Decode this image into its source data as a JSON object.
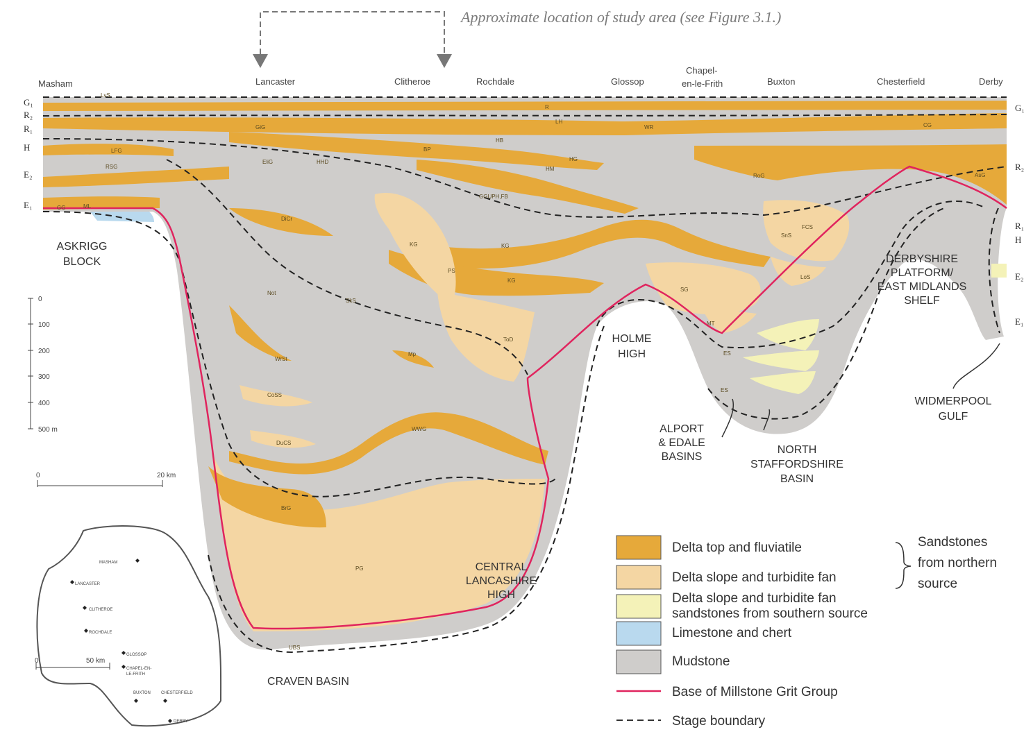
{
  "caption": "Approximate location of study area (see Figure 3.1.)",
  "towns": [
    "Masham",
    "Lancaster",
    "Clitheroe",
    "Rochdale",
    "Glossop",
    "Chapel-",
    "en-le-Frith",
    "Buxton",
    "Chesterfield",
    "Derby"
  ],
  "stages_left": [
    "G₁",
    "R₂",
    "R₁",
    "H",
    "E₂",
    "E₁"
  ],
  "stages_right": [
    "G₁",
    "R₂",
    "R₁",
    "H",
    "E₂",
    "E₁"
  ],
  "regions": {
    "askrigg": [
      "ASKRIGG",
      "BLOCK"
    ],
    "holme": [
      "HOLME",
      "HIGH"
    ],
    "derbyshire": [
      "DERBYSHIRE",
      "PLATFORM/",
      "EAST MIDLANDS",
      "SHELF"
    ],
    "widmerpool": [
      "WIDMERPOOL",
      "GULF"
    ],
    "alport": [
      "ALPORT",
      "& EDALE",
      "BASINS"
    ],
    "staffs": [
      "NORTH",
      "STAFFORDSHIRE",
      "BASIN"
    ],
    "central": [
      "CENTRAL",
      "LANCASHIRE",
      "HIGH"
    ],
    "craven": "CRAVEN  BASIN"
  },
  "units": [
    "LvS",
    "R",
    "LH",
    "WR",
    "GiG",
    "HB",
    "BP",
    "HG",
    "HM",
    "CG",
    "LFG",
    "RSG",
    "EliG",
    "HHD",
    "RoG",
    "AsG",
    "GG",
    "ML",
    "GGUPH,FB",
    "DiCr",
    "KG",
    "KG",
    "KG",
    "SnS",
    "FCS",
    "LoS",
    "PS",
    "SG",
    "MT",
    "Not",
    "SkS",
    "ToD",
    "ES",
    "ES",
    "WrSt",
    "Mp",
    "CoSS",
    "DuCS",
    "WWG",
    "BrG",
    "PG",
    "UBS"
  ],
  "depth_scale": {
    "ticks": [
      "0",
      "100",
      "200",
      "300",
      "400",
      "500 m"
    ]
  },
  "km_scale": {
    "start": "0",
    "end": "20 km"
  },
  "inset_map": {
    "towns": [
      "MASHAM",
      "LANCASTER",
      "CLITHEROE",
      "ROCHDALE",
      "GLOSSOP",
      "CHAPEL-EN-",
      "LE-FRITH",
      "BUXTON",
      "CHESTERFIELD",
      "DERBY"
    ],
    "scale_start": "0",
    "scale_end": "50 km"
  },
  "legend": {
    "items": [
      {
        "label": "Delta top and fluviatile",
        "color": "#e6a93a"
      },
      {
        "label": "Delta slope and turbidite fan",
        "color": "#f4d6a3"
      },
      {
        "label": "Delta slope and turbidite fan",
        "label2": "sandstones from southern source",
        "color": "#f4f2b8"
      },
      {
        "label": "Limestone and chert",
        "color": "#b9d9ee"
      },
      {
        "label": "Mudstone",
        "color": "#cfcdcb"
      }
    ],
    "lines": [
      {
        "label": "Base of Millstone Grit Group",
        "color": "#e0245e"
      },
      {
        "label": "Stage boundary"
      }
    ],
    "bracket_label": [
      "Sandstones",
      "from northern",
      "source"
    ]
  },
  "colors": {
    "delta_top": "#e6a93a",
    "delta_slope": "#f4d6a3",
    "southern": "#f4f2b8",
    "limestone": "#b9d9ee",
    "mudstone": "#cfcdcb",
    "base_line": "#e0245e"
  }
}
